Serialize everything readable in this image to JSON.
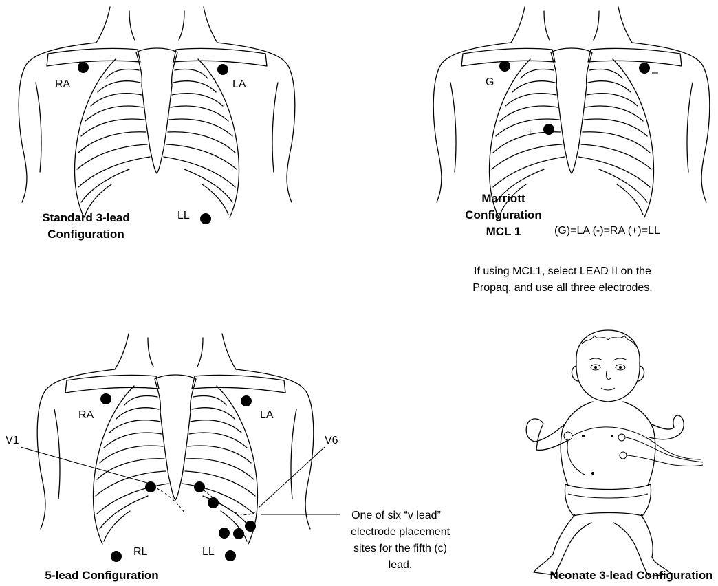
{
  "panels": {
    "standard3": {
      "caption_line1": "Standard 3-lead",
      "caption_line2": "Configuration",
      "electrodes": {
        "ra": "RA",
        "la": "LA",
        "ll": "LL"
      }
    },
    "marriott": {
      "caption_line1": "Marriott",
      "caption_line2": "Configuration",
      "caption_line3": "MCL 1",
      "electrodes": {
        "g": "G",
        "minus": "–",
        "plus": "+"
      },
      "mapping": "(G)=LA (-)=RA (+)=LL",
      "note_line1": "If using MCL1, select LEAD II on the",
      "note_line2": "Propaq, and use all three electrodes."
    },
    "fivelead": {
      "caption": "5-lead Configuration",
      "electrodes": {
        "ra": "RA",
        "la": "LA",
        "rl": "RL",
        "ll": "LL",
        "v1": "V1",
        "v6": "V6"
      },
      "callout_line1": "One of six “v lead”",
      "callout_line2": "electrode placement",
      "callout_line3": "sites for the fifth (c)",
      "callout_line4": "lead."
    },
    "neonate": {
      "caption": "Neonate 3-lead Configuration"
    }
  }
}
